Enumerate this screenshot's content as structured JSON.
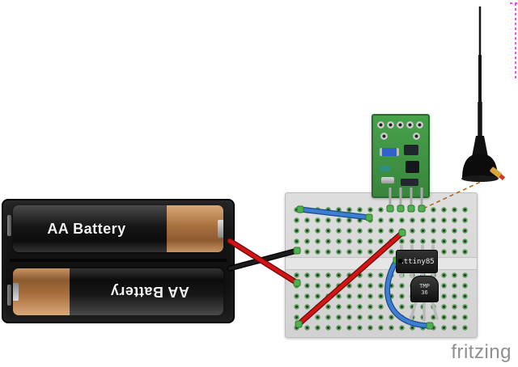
{
  "watermark": {
    "label": "fritzing"
  },
  "battery_holder": {
    "top_battery_label": "AA Battery",
    "bottom_battery_label": "AA Battery"
  },
  "components": {
    "mcu_label": "attiny85",
    "sensor_label_line1": "TMP",
    "sensor_label_line2": "36",
    "rf_module_name": "rf-transmitter-module",
    "antenna_name": "whip-antenna"
  },
  "colors": {
    "background": "#ffffff",
    "breadboard": "#d8d8d8",
    "hole_green": "#57a057",
    "pad_green": "#4fb04f",
    "pcb_green": "#3e8e41",
    "wire_red": "#c41111",
    "wire_black": "#111111",
    "wire_blue": "#3b7fd0",
    "battery_copper": "#a86f3e",
    "ratsnest_dashed": "#b5651d",
    "selection_magenta": "#e020e0",
    "watermark_gray": "#8f8f8f"
  }
}
